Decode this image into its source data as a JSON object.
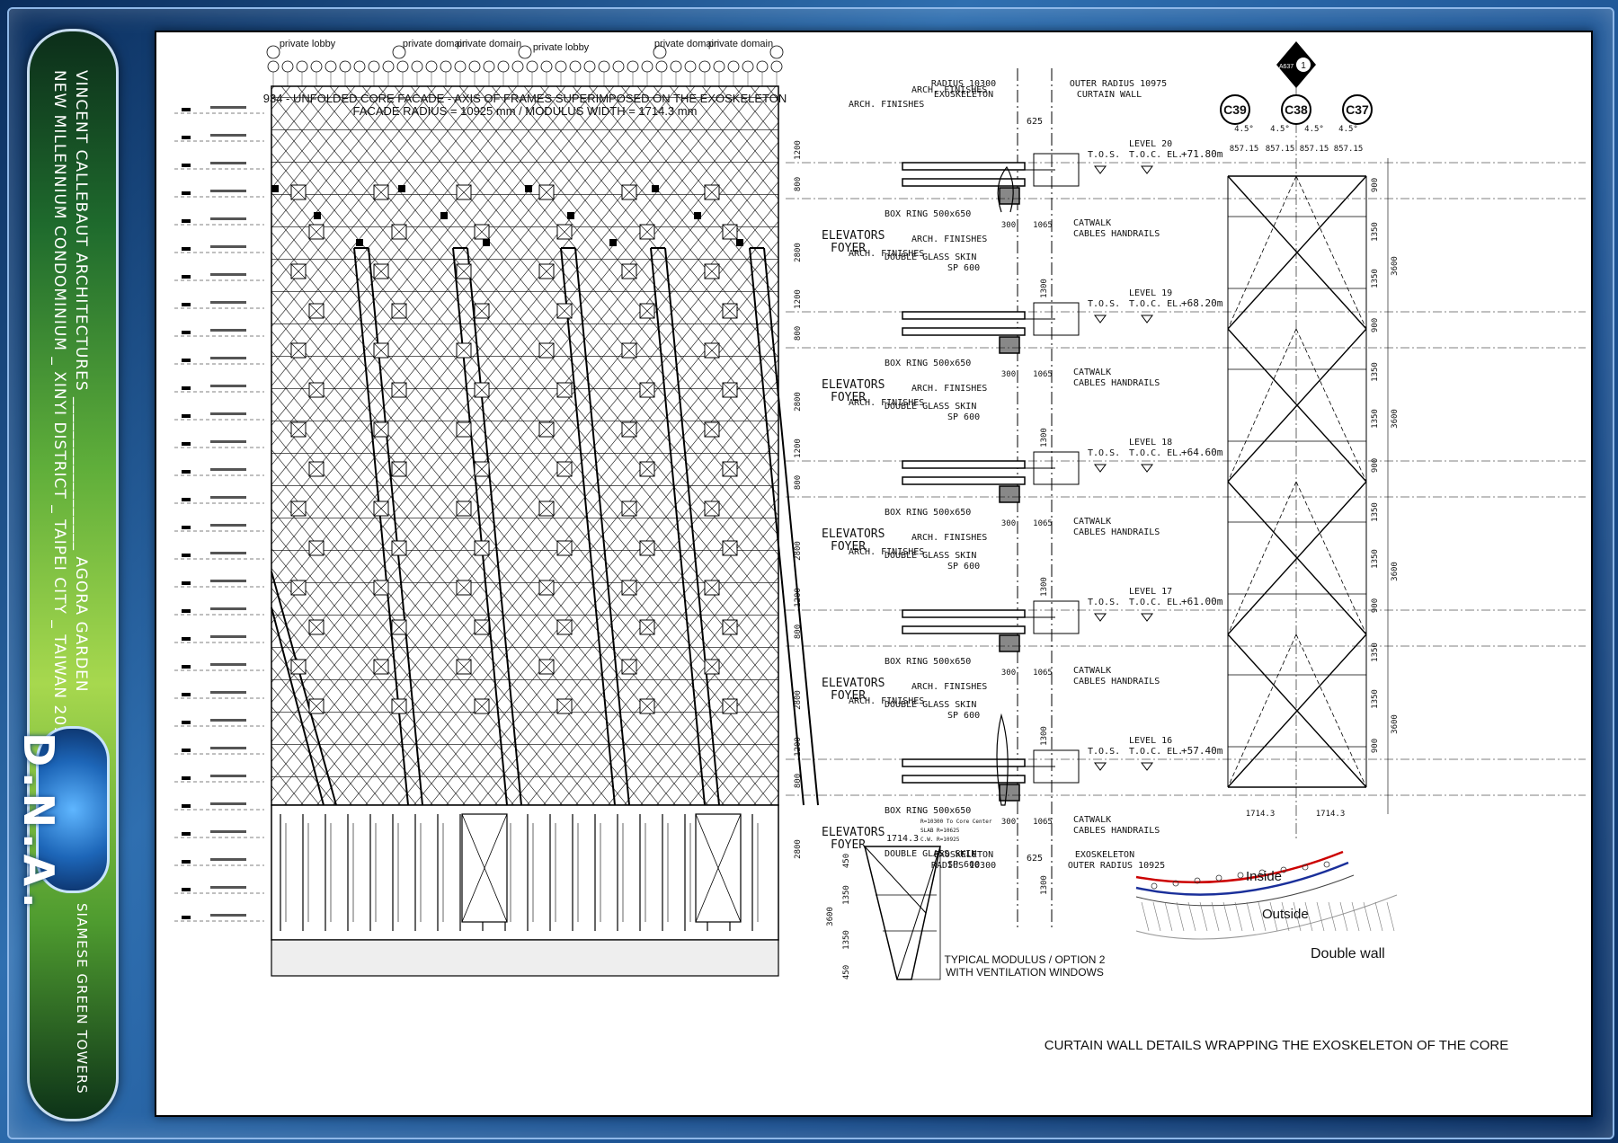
{
  "sidebar": {
    "line1": "VINCENT CALLEBAUT ARCHITECTURES __________________ AGORA GARDEN",
    "line2": "NEW MILLENNIUM CONDOMINIUM _ XINYI DISTRICT _ TAIPEI CITY _ TAIWAN 2010",
    "logo": "D.N.A.",
    "tagline": "SIAMESE GREEN TOWERS"
  },
  "elevation": {
    "title1": "934 - UNFOLDED CORE FACADE - AXIS OF FRAMES SUPERIMPOSED ON THE EXOSKELETON",
    "title2": "FACADE RADIUS = 10925 mm / MODULUS WIDTH = 1714.3 mm",
    "zones": [
      "private lobby",
      "private domain",
      "private domain",
      "private lobby",
      "private domain",
      "private domain"
    ]
  },
  "section": {
    "radius_exo": "RADIUS 10300",
    "exo_label": "EXOSKELETON",
    "outer_radius": "OUTER RADIUS 10975",
    "curtain_wall": "CURTAIN WALL",
    "dim_top": "625",
    "dim_bottom": "625",
    "arch_finishes": "ARCH. FINISHES",
    "elevators": "ELEVATORS",
    "foyer": "FOYER",
    "box_ring": "BOX RING 500x650",
    "double_glass": "DOUBLE GLASS SKIN",
    "sp600": "SP 600",
    "catwalk": "CATWALK",
    "cables": "CABLES HANDRAILS",
    "tos": "T.O.S.",
    "toc": "T.O.C. EL.",
    "dim_1200": "1200",
    "dim_800": "800",
    "dim_2800": "2800",
    "dim_1300": "1300",
    "dim_300": "300",
    "dim_1065": "1065",
    "levels": [
      {
        "name": "LEVEL 20",
        "el": "+71.80m"
      },
      {
        "name": "LEVEL 19",
        "el": "+68.20m"
      },
      {
        "name": "LEVEL 18",
        "el": "+64.60m"
      },
      {
        "name": "LEVEL 17",
        "el": "+61.00m"
      },
      {
        "name": "LEVEL 16",
        "el": "+57.40m"
      }
    ],
    "bottom_exo": "EXOSKELETON",
    "bottom_radius": "RADIUS 10300",
    "bottom_outer_exo": "EXOSKELETON",
    "bottom_outer_radius": "OUTER RADIUS 10925",
    "notes": [
      "R=10300 To Core Center",
      "SLAB R=10625",
      "C.W. R=10925"
    ]
  },
  "frames": {
    "grid": [
      "C39",
      "C38",
      "C37"
    ],
    "angles": [
      "4.5°",
      "4.5°",
      "4.5°",
      "4.5°"
    ],
    "widths": [
      "857.15",
      "857.15",
      "857.15",
      "857.15"
    ],
    "bottom_widths": [
      "1714.3",
      "1714.3"
    ],
    "dims_right": [
      "900",
      "1350",
      "1350",
      "900",
      "1350",
      "1350",
      "900",
      "1350",
      "1350",
      "900",
      "1350",
      "1350",
      "900"
    ],
    "dim_3600": "3600",
    "callout_id": "A637",
    "callout_num": "1"
  },
  "modulus": {
    "width": "1714.3",
    "dims": [
      "450",
      "1350",
      "1350",
      "450"
    ],
    "total": "3600",
    "caption1": "TYPICAL MODULUS / OPTION 2",
    "caption2": "WITH VENTILATION WINDOWS"
  },
  "plan": {
    "inside": "Inside",
    "outside": "Outside",
    "double_wall": "Double wall"
  },
  "caption": "CURTAIN WALL DETAILS WRAPPING THE EXOSKELETON OF THE CORE"
}
